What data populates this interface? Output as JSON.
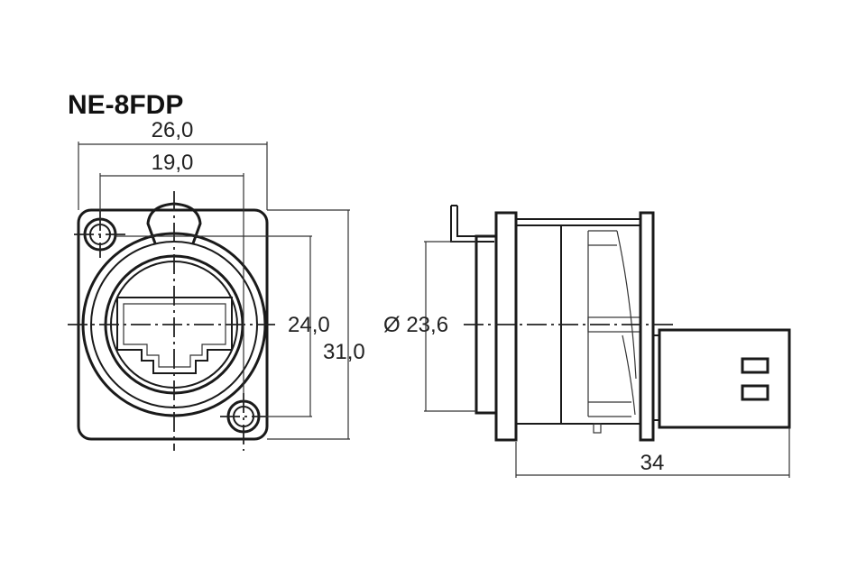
{
  "drawing": {
    "model": "NE-8FDP",
    "front_view": {
      "width_outer": "26,0",
      "width_inner": "19,0",
      "height_holes": "24,0",
      "height_outer": "31,0"
    },
    "side_view": {
      "diameter": "Ø 23,6",
      "depth": "34"
    }
  },
  "colors": {
    "line": "#1a1a1a",
    "background": "#ffffff"
  }
}
